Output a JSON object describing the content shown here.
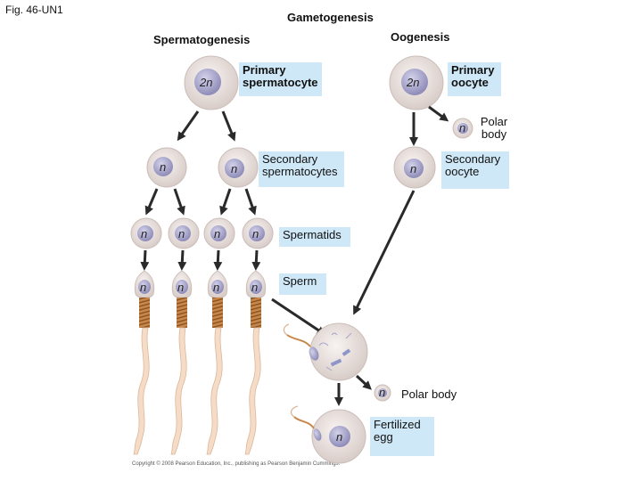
{
  "figure_id": "Fig. 46-UN1",
  "title": "Gametogenesis",
  "left_heading": "Spermatogenesis",
  "right_heading": "Oogenesis",
  "labels": {
    "primary_spermatocyte": "Primary spermatocyte",
    "secondary_spermatocytes": "Secondary spermatocytes",
    "spermatids": "Spermatids",
    "sperm": "Sperm",
    "primary_oocyte": "Primary oocyte",
    "polar_body_top": "Polar body",
    "secondary_oocyte": "Secondary oocyte",
    "polar_body_bottom": "Polar body",
    "fertilized_egg": "Fertilized egg"
  },
  "ploidy": {
    "diploid": "2n",
    "haploid": "n"
  },
  "colors": {
    "label_box": "#cfe8f7",
    "cell_fill": "#ede7e4",
    "nucleus_fill": "#b6b5d4",
    "tail_fill": "#f6dcc6",
    "midpiece": "#c9884a",
    "arrow": "#2a2a2a"
  },
  "copyright": "Copyright © 2008 Pearson Education, Inc., publishing as Pearson Benjamin Cummings."
}
